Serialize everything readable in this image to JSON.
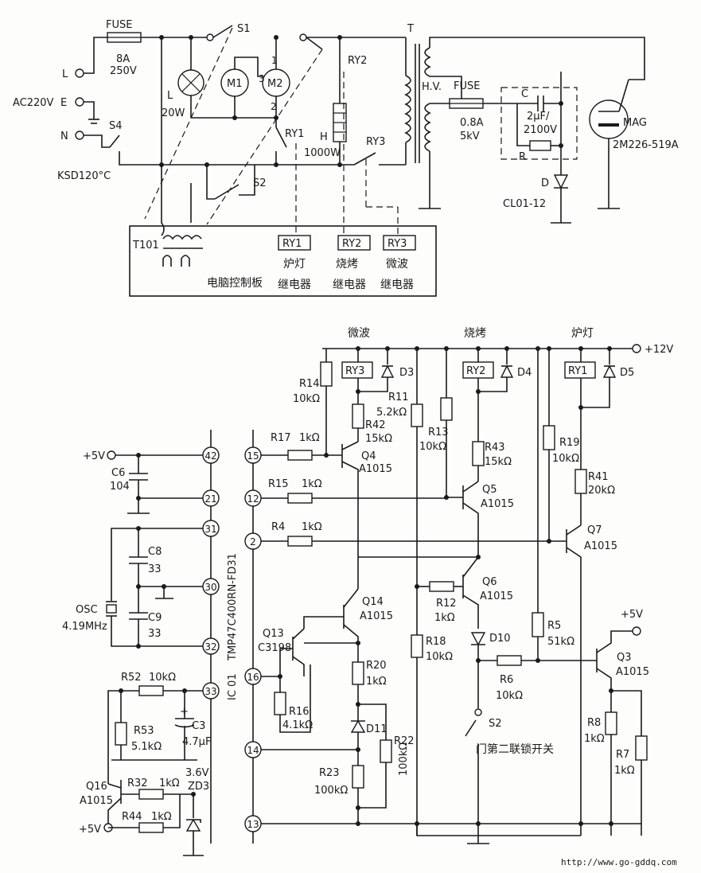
{
  "top": {
    "terminal_l": "L",
    "terminal_e": "E",
    "terminal_n": "N",
    "ac_label": "AC220V",
    "fuse_label": "FUSE",
    "fuse_rating_a": "8A",
    "fuse_rating_v": "250V",
    "s1": "S1",
    "s2": "S2",
    "s4": "S4",
    "thermostat": "KSD120°C",
    "lamp": "L",
    "lamp_w": "20W",
    "m1": "M1",
    "m2": "M2",
    "pin1": "1",
    "pin2": "2",
    "pin3": "3",
    "ry1": "RY1",
    "ry2": "RY2",
    "ry3": "RY3",
    "heater": "H",
    "heater_w": "1000W",
    "t": "T",
    "hv": "H.V.",
    "hv_fuse_a": "0.8A",
    "hv_fuse_v": "5kV",
    "cap": "C",
    "cap_val": "2μF/",
    "cap_v": "2100V",
    "res": "R",
    "diode": "D",
    "diode_model": "CL01-12",
    "mag": "MAG",
    "mag_model": "2M226-519A"
  },
  "board": {
    "t101": "T101",
    "title": "电脑控制板",
    "ry1": "RY1",
    "ry2": "RY2",
    "ry3": "RY3",
    "ry1_cn1": "炉灯",
    "ry1_cn2": "继电器",
    "ry2_cn1": "烧烤",
    "ry2_cn2": "继电器",
    "ry3_cn1": "微波",
    "ry3_cn2": "继电器"
  },
  "ctrl": {
    "v12": "+12V",
    "v5": "+5V",
    "sec_mw": "微波",
    "sec_grill": "烧烤",
    "sec_lamp": "炉灯",
    "ry1": "RY1",
    "ry2": "RY2",
    "ry3": "RY3",
    "d3": "D3",
    "d4": "D4",
    "d5": "D5",
    "d10": "D10",
    "d11": "D11",
    "r14": "R14",
    "r14v": "10kΩ",
    "r42": "R42",
    "r42v": "15kΩ",
    "r11": "R11",
    "r11v": "5.2kΩ",
    "r13": "R13",
    "r13v": "10kΩ",
    "r43": "R43",
    "r43v": "15kΩ",
    "r19": "R19",
    "r19v": "10kΩ",
    "r41": "R41",
    "r41v": "20kΩ",
    "r17": "R17",
    "r17v": "1kΩ",
    "r15": "R15",
    "r15v": "1kΩ",
    "r4": "R4",
    "r4v": "1kΩ",
    "r12": "R12",
    "r12v": "1kΩ",
    "r5": "R5",
    "r5v": "51kΩ",
    "r6": "R6",
    "r6v": "10kΩ",
    "r8": "R8",
    "r8v": "1kΩ",
    "r7": "R7",
    "r7v": "1kΩ",
    "r18": "R18",
    "r18v": "10kΩ",
    "r20": "R20",
    "r20v": "1kΩ",
    "r16": "R16",
    "r16v": "4.1kΩ",
    "r22": "R22",
    "r22v": "100kΩ",
    "r23": "R23",
    "r23v": "100kΩ",
    "r52": "R52",
    "r52v": "10kΩ",
    "r53": "R53",
    "r53v": "5.1kΩ",
    "r32": "R32",
    "r32v": "1kΩ",
    "r44": "R44",
    "r44v": "1kΩ",
    "q3": "Q3",
    "q3m": "A1015",
    "q4": "Q4",
    "q4m": "A1015",
    "q5": "Q5",
    "q5m": "A1015",
    "q6": "Q6",
    "q6m": "A1015",
    "q7": "Q7",
    "q7m": "A1015",
    "q13": "Q13",
    "q13m": "C3198",
    "q14": "Q14",
    "q14m": "A1015",
    "q16": "Q16",
    "q16m": "A1015",
    "c6": "C6",
    "c6v": "104",
    "c8": "C8",
    "c8v": "33",
    "c9": "C9",
    "c9v": "33",
    "c3": "C3",
    "c3p": "+",
    "c3v": "4.7μF",
    "osc": "OSC",
    "oscv": "4.19MHz",
    "zd3": "ZD3",
    "zd3v": "3.6V",
    "s2": "S2",
    "s2_desc": "门第二联锁开关",
    "ic_model": "TMP47C400RN-FD31",
    "ic_ref": "IC 01",
    "pins": {
      "p42": "42",
      "p21": "21",
      "p31": "31",
      "p30": "30",
      "p32": "32",
      "p33": "33",
      "p15": "15",
      "p12": "12",
      "p2": "2",
      "p16": "16",
      "p14": "14",
      "p13": "13"
    }
  },
  "footer": {
    "url": "http://www.go-gddq.com"
  }
}
